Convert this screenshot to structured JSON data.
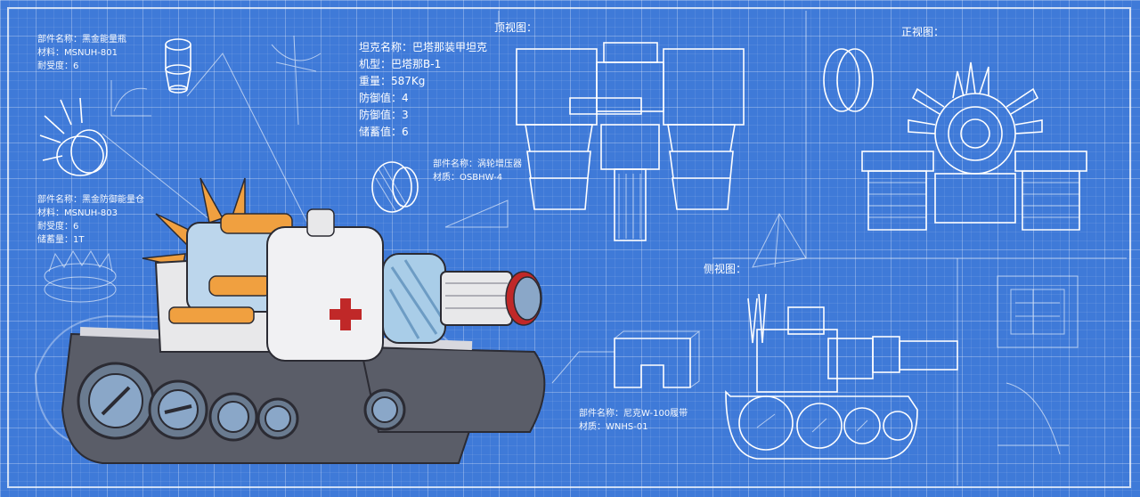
{
  "parts": {
    "energy_bottle": {
      "name": "部件名称：黑金能量瓶",
      "material": "材料：MSNUH-801",
      "durability": "耐受度：6"
    },
    "defense_bay": {
      "name": "部件名称：黑金防御能量仓",
      "material": "材料：MSNUH-803",
      "durability": "耐受度：6",
      "storage": "储蓄量：1T"
    },
    "turbo": {
      "name": "部件名称：涡轮增压器",
      "material": "材质：OSBHW-4"
    },
    "track": {
      "name": "部件名称：尼克W-100履带",
      "material": "材质：WNHS-01"
    }
  },
  "tank_spec": [
    "坦克名称：巴塔那装甲坦克",
    "机型：巴塔那B-1",
    "重量：587Kg",
    "防御值：4",
    "防御值：3",
    "储蓄值：6"
  ],
  "views": {
    "top": "顶视图：",
    "front": "正视图：",
    "side": "侧视图："
  },
  "colors": {
    "background": "#3f7ad8",
    "tank_body": "#e8e8ea",
    "accent_orange": "#f0a040",
    "track_dark": "#4a4c55",
    "cross_red": "#c02828"
  }
}
